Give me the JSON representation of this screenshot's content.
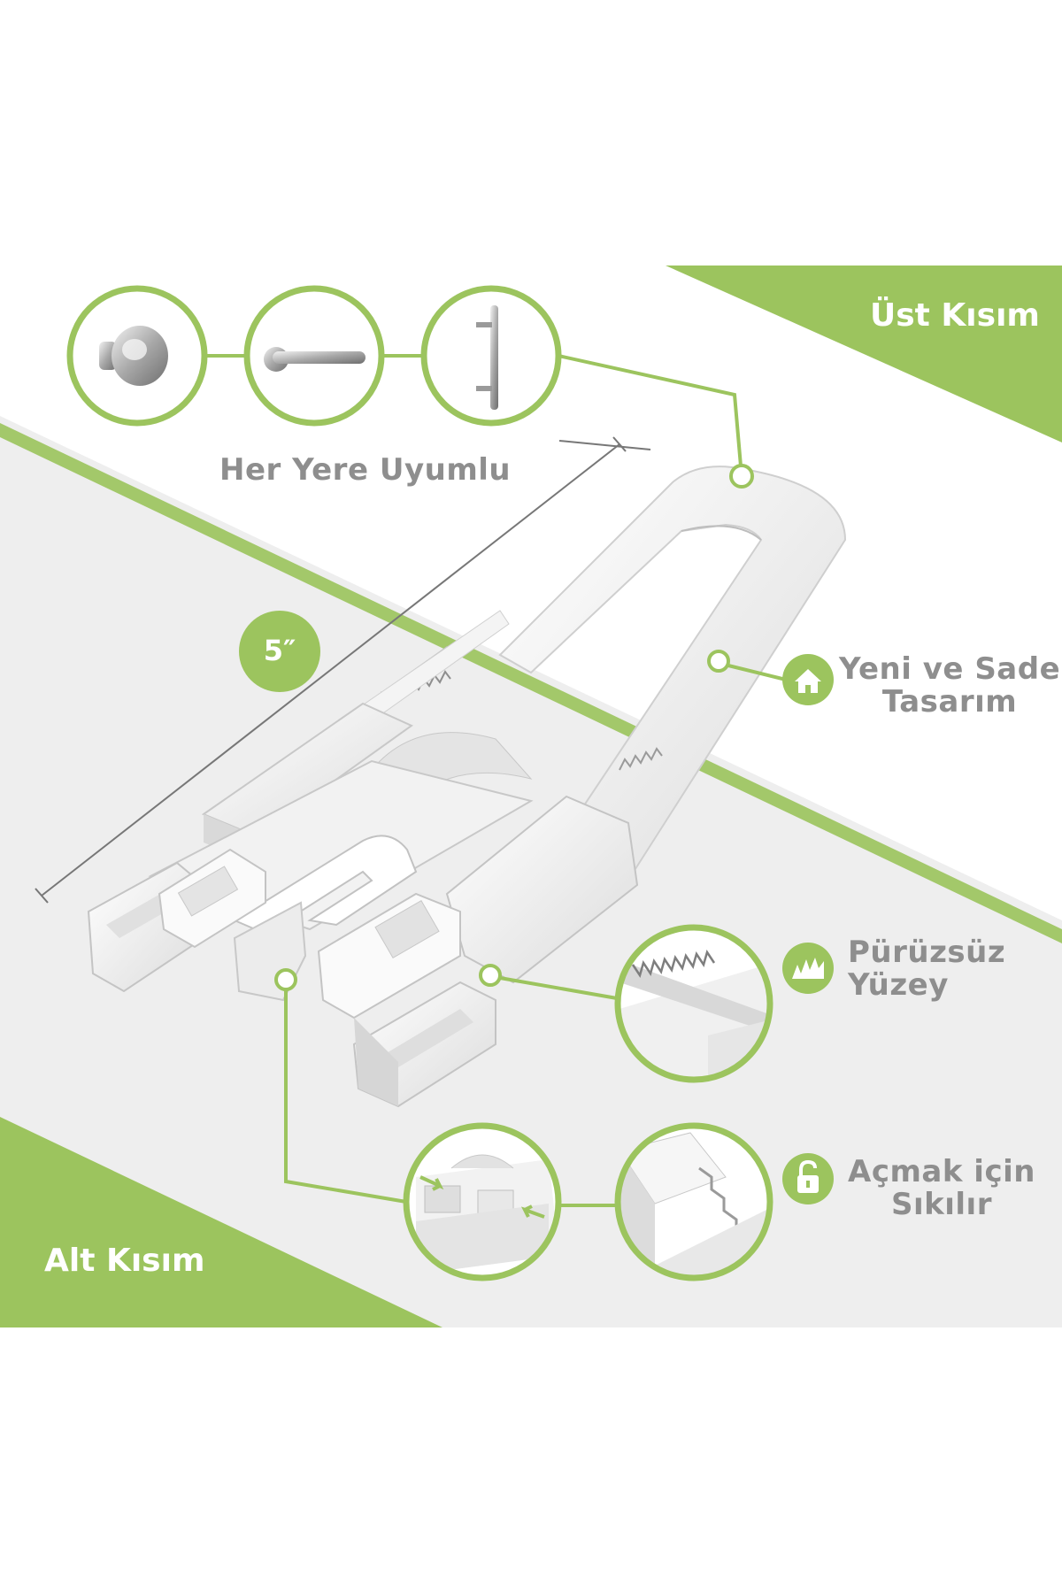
{
  "banners": {
    "top": "Üst Kısım",
    "bottom": "Alt Kısım"
  },
  "compat": {
    "label": "Her Yere Uyumlu"
  },
  "dimension": {
    "label": "5″"
  },
  "features": {
    "design": {
      "line1": "Yeni ve Sade",
      "line2": "Tasarım",
      "icon": "home-icon"
    },
    "surface": {
      "line1": "Pürüzsüz",
      "line2": "Yüzey",
      "icon": "serrated-teeth-icon"
    },
    "unlock": {
      "line1": "Açmak için",
      "line2": "Sıkılır",
      "icon": "padlock-icon"
    }
  },
  "colors": {
    "accent": "#9cc45e",
    "grey_band": "#eeeeee",
    "text": "#8e8e8e"
  }
}
